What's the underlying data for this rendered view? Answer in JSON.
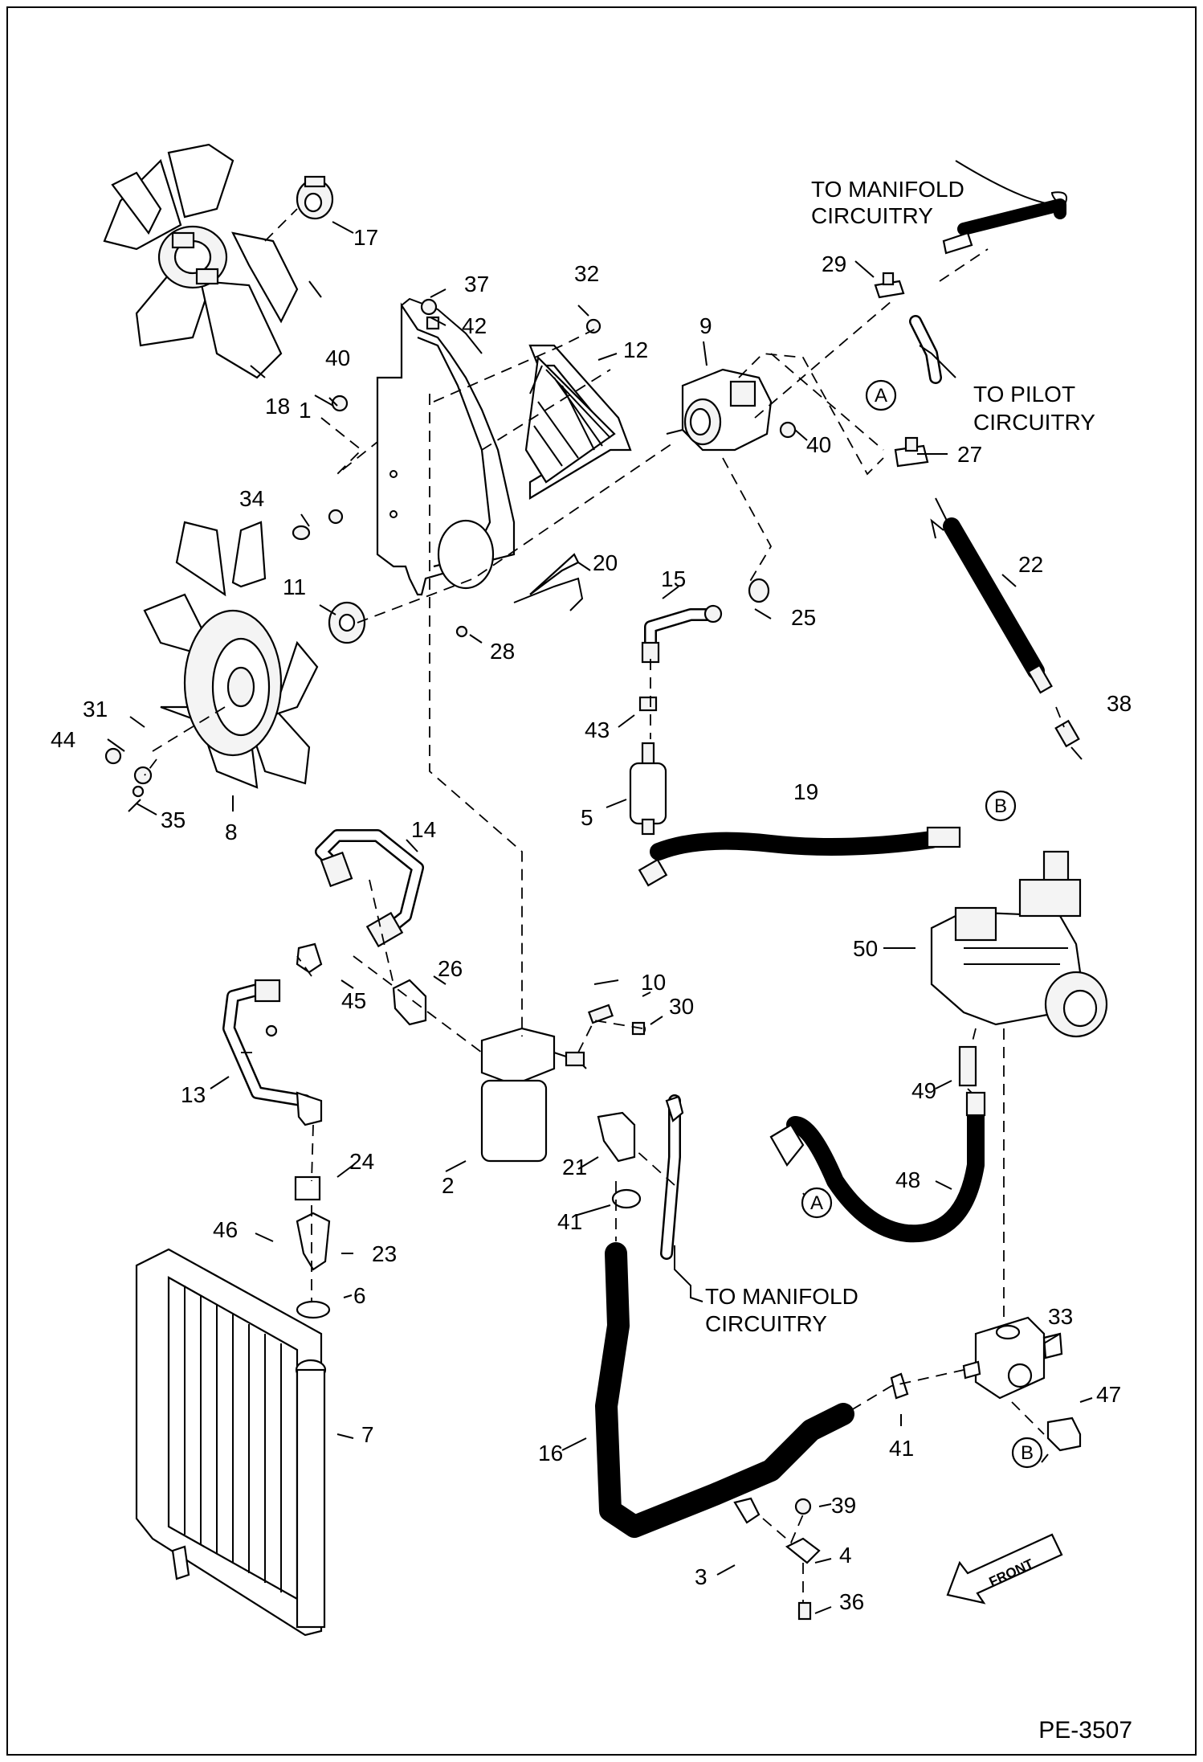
{
  "drawing": {
    "code": "PE-3507"
  },
  "notes": {
    "to_manifold_top": [
      "TO MANIFOLD",
      "CIRCUITRY"
    ],
    "to_pilot": [
      "TO PILOT",
      "CIRCUITRY"
    ],
    "to_manifold_bottom": [
      "TO MANIFOLD",
      "CIRCUITRY"
    ],
    "front_arrow": "FRONT"
  },
  "references": {
    "A_top": "A",
    "A_bottom": "A",
    "B_top": "B",
    "B_bottom": "B"
  },
  "callouts": [
    "1",
    "2",
    "3",
    "4",
    "5",
    "6",
    "7",
    "8",
    "9",
    "10",
    "11",
    "12",
    "13",
    "14",
    "15",
    "16",
    "17",
    "18",
    "19",
    "20",
    "21",
    "22",
    "23",
    "24",
    "25",
    "26",
    "27",
    "28",
    "29",
    "30",
    "31",
    "32",
    "33",
    "34",
    "35",
    "36",
    "37",
    "38",
    "39",
    "40",
    "40",
    "41",
    "41",
    "42",
    "43",
    "44",
    "45",
    "46",
    "47",
    "48",
    "49",
    "50"
  ]
}
